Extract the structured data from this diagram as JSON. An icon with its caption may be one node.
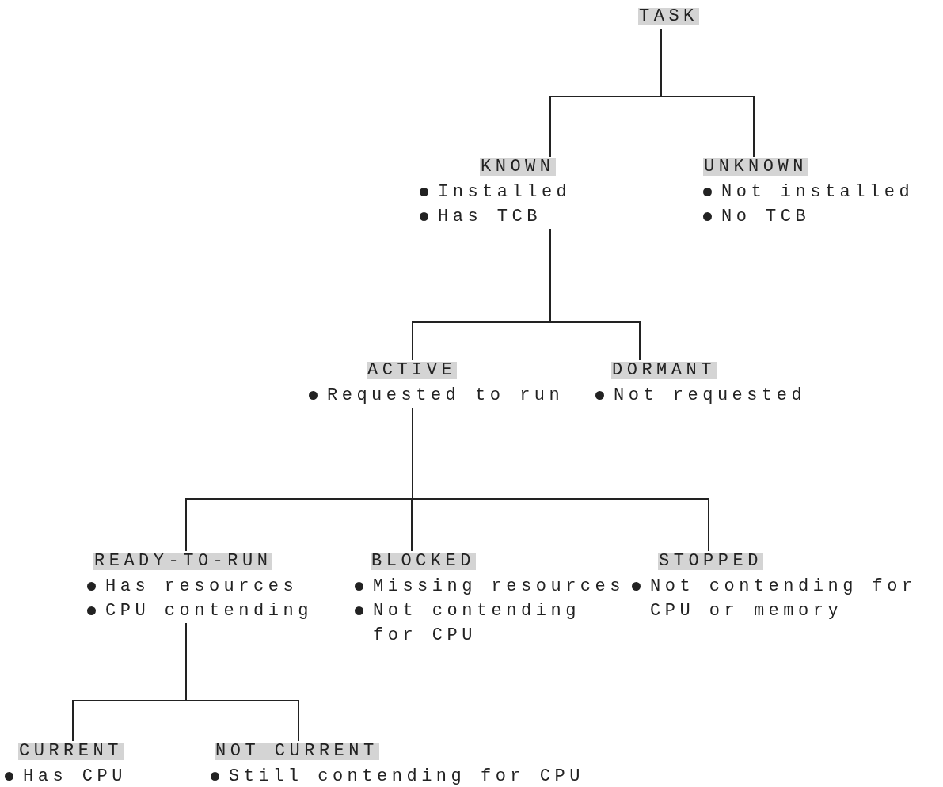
{
  "diagram": {
    "nodes": [
      {
        "text": [
          "TASK"
        ]
      },
      {
        "text": [
          "KNOWN",
          "Installed",
          "Has TCB"
        ]
      },
      {
        "text": [
          "UNKNOWN",
          "Not installed",
          "No TCB"
        ]
      },
      {
        "text": [
          "ACTIVE",
          "Requested to run"
        ]
      },
      {
        "text": [
          "DORMANT",
          "Not requested"
        ]
      },
      {
        "text": [
          "READY-TO-RUN",
          "Has resources",
          "CPU contending"
        ]
      },
      {
        "text": [
          "BLOCKED",
          "Missing resources",
          "Not contending for CPU"
        ]
      },
      {
        "text": [
          "STOPPED",
          "Not contending for CPU or memory"
        ]
      },
      {
        "text": [
          "CURRENT",
          "Has CPU"
        ]
      },
      {
        "text": [
          "NOT CURRENT",
          "Still contending for CPU"
        ]
      }
    ],
    "edges": [
      {
        "from": 0,
        "to": 1,
        "arrow": "none"
      },
      {
        "from": 0,
        "to": 2,
        "arrow": "none"
      },
      {
        "from": 1,
        "to": 3,
        "arrow": "none"
      },
      {
        "from": 1,
        "to": 4,
        "arrow": "none"
      },
      {
        "from": 3,
        "to": 5,
        "arrow": "none"
      },
      {
        "from": 3,
        "to": 6,
        "arrow": "none"
      },
      {
        "from": 3,
        "to": 7,
        "arrow": "none"
      },
      {
        "from": 5,
        "to": 8,
        "arrow": "none"
      },
      {
        "from": 5,
        "to": 9,
        "arrow": "none"
      }
    ]
  }
}
